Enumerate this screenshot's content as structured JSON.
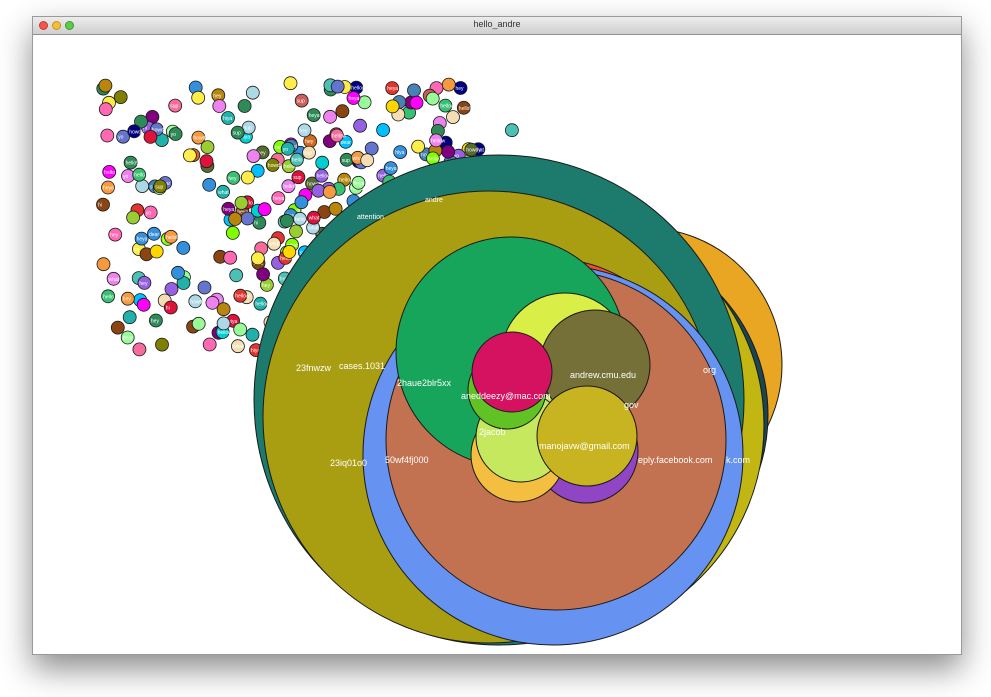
{
  "window": {
    "title": "hello_andre",
    "controls": [
      "close",
      "minimize",
      "zoom"
    ]
  },
  "visualization": {
    "labels": {
      "org": "org",
      "k_com": "k.com",
      "fnwzw": "23fnwzw",
      "cases": "cases.1031",
      "haue": "2haue2blr5xx",
      "andrew": "andrew.cmu.edu",
      "aneddeezy": "aneddeezy@mac.com",
      "gov": "gov",
      "jacob": "2jacob",
      "manojavw": "manojavw@gmail.com",
      "facebook": "eply.facebook.com",
      "iq": "23iq01o0",
      "wf": "50wf4fj000",
      "attention": "attention",
      "andre": "andre"
    },
    "bubble_words": [
      "hi",
      "hey",
      "hello",
      "heya",
      "hiya",
      "yo",
      "sup",
      "what",
      "dear",
      "howdy",
      "hellow",
      "hello!"
    ]
  }
}
